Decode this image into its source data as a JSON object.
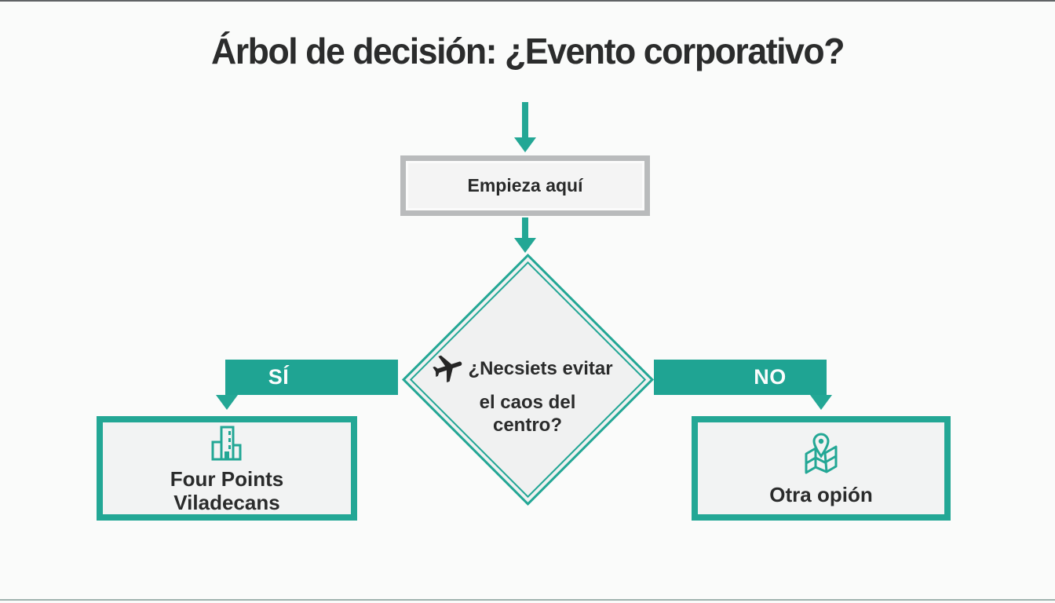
{
  "page": {
    "title": "Árbol de decisión: ¿Evento corporativo?"
  },
  "flow": {
    "start": {
      "label": "Empieza aquí"
    },
    "decision": {
      "icon": "airplane-icon",
      "line1": "¿Necsiets evitar",
      "line2": "el caos del",
      "line3": "centro?"
    },
    "branches": {
      "yes_label": "SÍ",
      "no_label": "NO"
    },
    "outcomes": {
      "yes": {
        "icon": "building-icon",
        "line1": "Four Points",
        "line2": "Viladecans"
      },
      "no": {
        "icon": "map-icon",
        "label": "Otra opión"
      }
    }
  },
  "colors": {
    "teal": "#1FA493",
    "teal_stroke": "#23A795",
    "gray_border": "#B9BBBC",
    "box_fill": "#F2F3F3",
    "diamond_fill": "#F0F1F1",
    "start_fill": "#F4F4F4",
    "text_dark": "#2D2D2D",
    "background": "#FAFBFA"
  }
}
